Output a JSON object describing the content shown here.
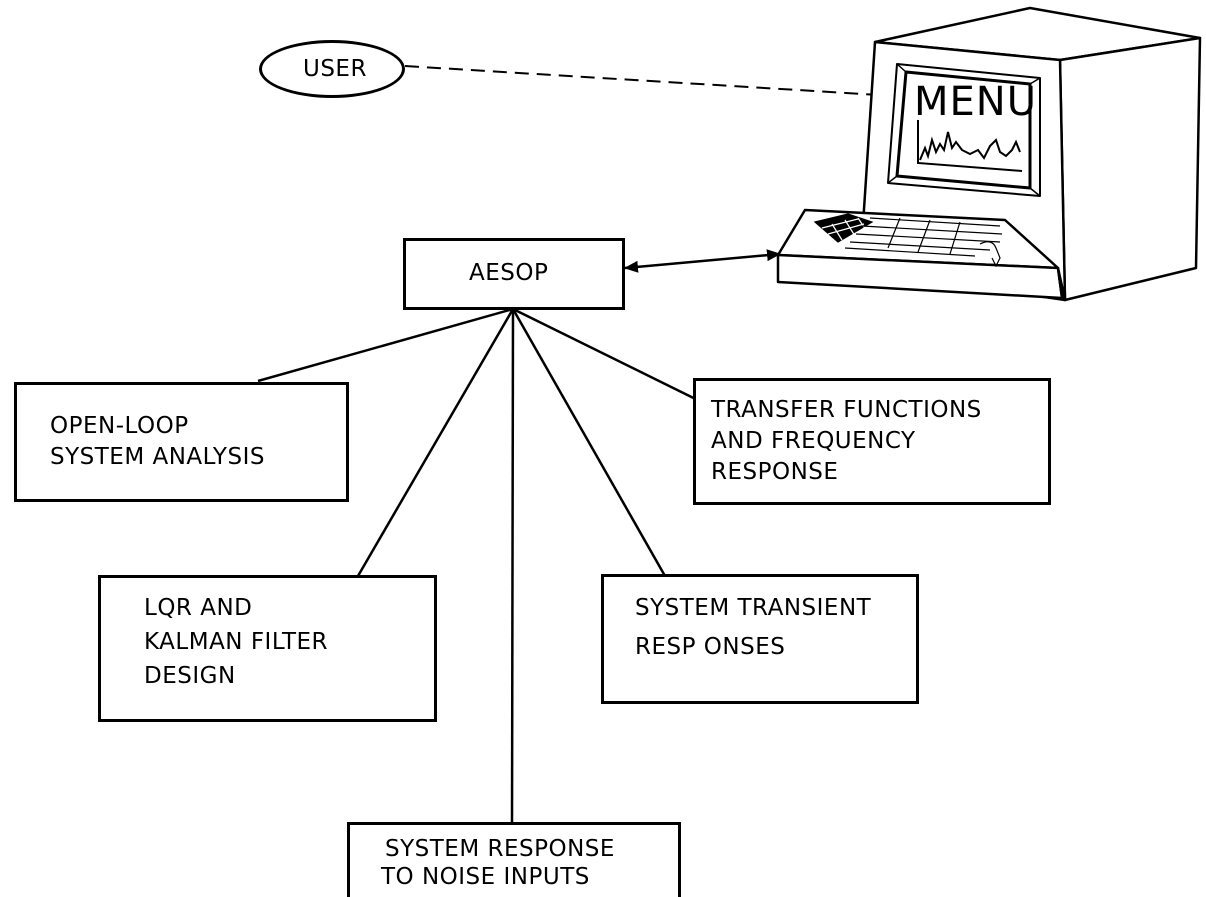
{
  "user": {
    "label": "USER"
  },
  "terminal": {
    "screen_text": "MENU"
  },
  "hub": {
    "label": "AESOP"
  },
  "modules": {
    "open_loop": {
      "line1": "OPEN-LOOP",
      "line2": "SYSTEM ANALYSIS"
    },
    "transfer": {
      "line1": "TRANSFER FUNCTIONS",
      "line2": "AND FREQUENCY",
      "line3": "RESPONSE"
    },
    "lqr": {
      "line1": "LQR AND",
      "line2": "KALMAN FILTER",
      "line3": "DESIGN"
    },
    "transient": {
      "line1": "SYSTEM TRANSIENT",
      "line2": "RESP ONSES"
    },
    "noise": {
      "line1": "SYSTEM RESPONSE",
      "line2": "TO NOISE INPUTS"
    }
  }
}
